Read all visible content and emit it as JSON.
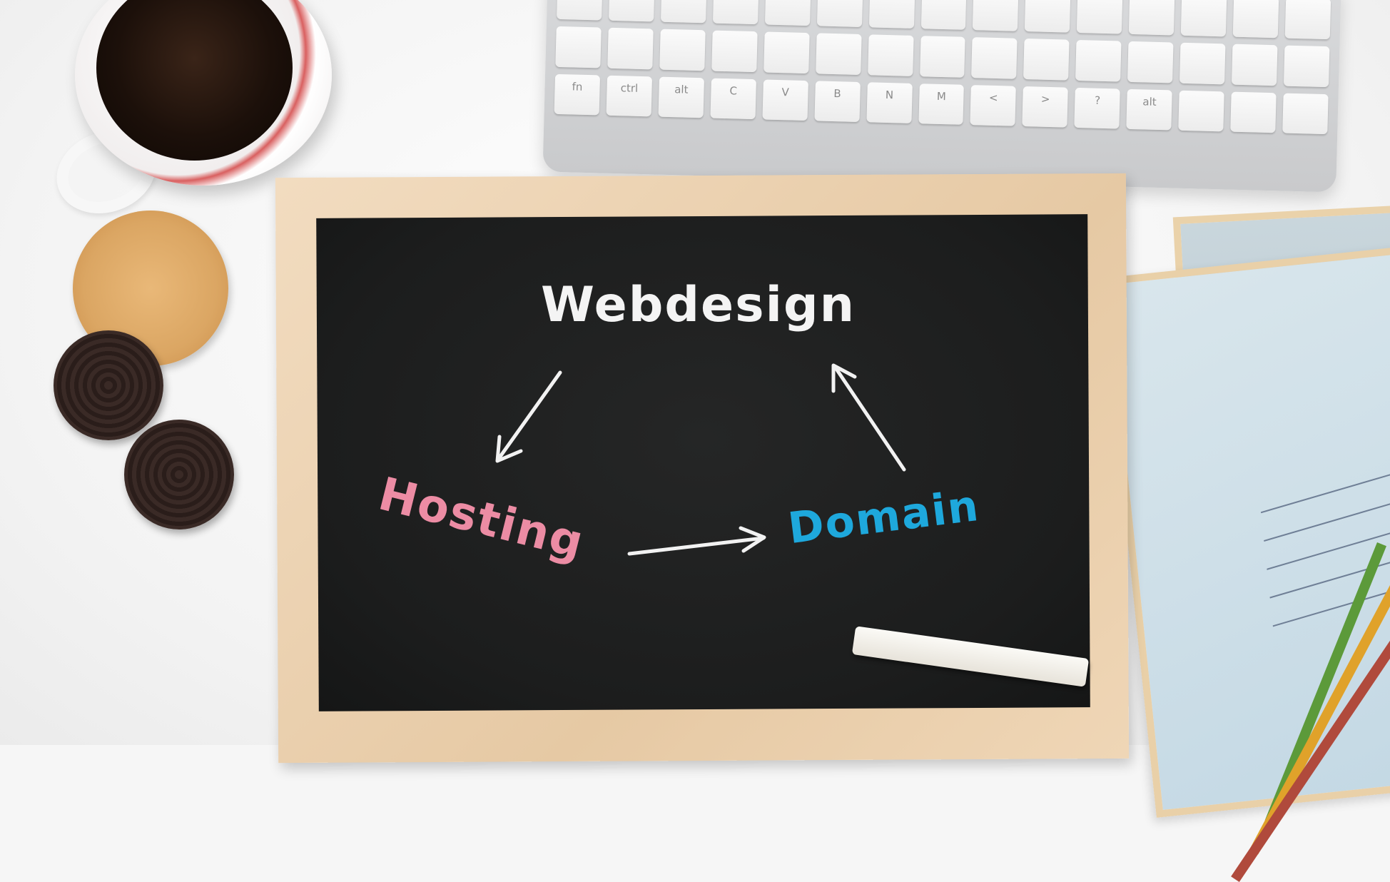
{
  "scene": {
    "board_words": {
      "top": "Webdesign",
      "left": "Hosting",
      "right": "Domain"
    },
    "keyboard_keys": [
      "fn",
      "ctrl",
      "alt",
      "C",
      "V",
      "B",
      "N",
      "M",
      "<",
      ">",
      "?",
      "alt",
      "",
      "",
      "▲",
      "◀",
      "▼",
      "▶"
    ],
    "colors": {
      "board": "#1c1d1d",
      "frame": "#e6c9a4",
      "webdesign": "#f4f4f4",
      "hosting": "#ec8ca4",
      "domain": "#1ea8dc",
      "background": "#f6f6f6"
    }
  }
}
